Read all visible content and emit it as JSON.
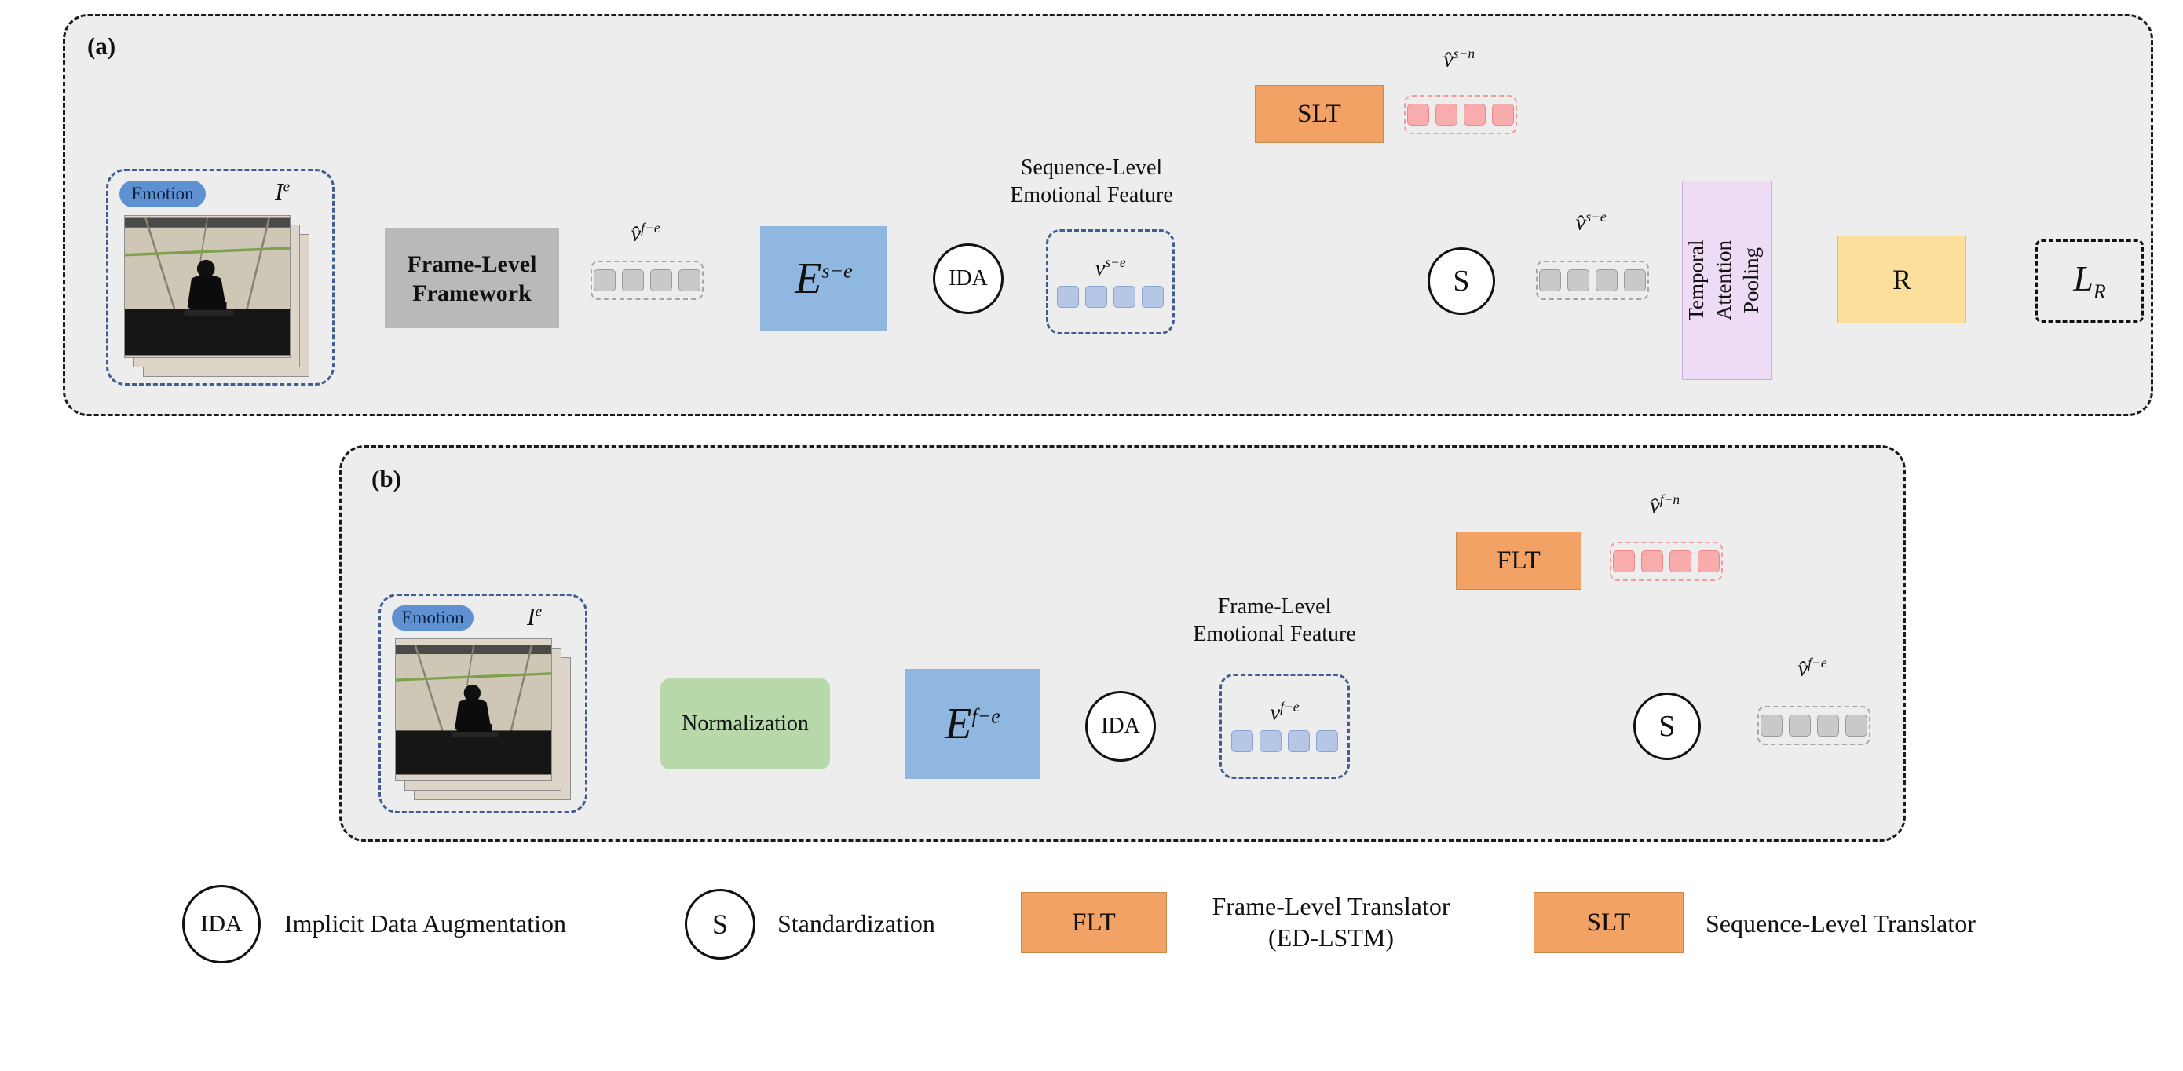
{
  "figure": {
    "panel_a": {
      "tag": "(a)",
      "emotion": "Emotion",
      "input": {
        "base": "I",
        "sup": "e"
      },
      "flf_lines": [
        "Frame-Level",
        "Framework"
      ],
      "vhat_fe": {
        "base": "v̂",
        "sup": "f−e"
      },
      "encoder": {
        "base": "E",
        "sup": "s−e"
      },
      "ida": "IDA",
      "caption_lines": [
        "Sequence-Level",
        "Emotional Feature"
      ],
      "v_se": {
        "base": "v",
        "sup": "s−e"
      },
      "slt": "SLT",
      "vhat_sn": {
        "base": "v̂",
        "sup": "s−n"
      },
      "s": "S",
      "vhat_se": {
        "base": "v̂",
        "sup": "s−e"
      },
      "tap_lines": [
        "Temporal",
        "Attention",
        "Pooling"
      ],
      "r": "R",
      "loss": {
        "base": "L",
        "sub": "R"
      }
    },
    "panel_b": {
      "tag": "(b)",
      "emotion": "Emotion",
      "input": {
        "base": "I",
        "sup": "e"
      },
      "normalization": "Normalization",
      "encoder": {
        "base": "E",
        "sup": "f−e"
      },
      "ida": "IDA",
      "caption_lines": [
        "Frame-Level",
        "Emotional Feature"
      ],
      "v_fe": {
        "base": "v",
        "sup": "f−e"
      },
      "flt": "FLT",
      "vhat_fn": {
        "base": "v̂",
        "sup": "f−n"
      },
      "s": "S",
      "vhat_fe": {
        "base": "v̂",
        "sup": "f−e"
      }
    },
    "legend": {
      "ida": {
        "symbol": "IDA",
        "label": "Implicit Data Augmentation"
      },
      "s": {
        "symbol": "S",
        "label": "Standardization"
      },
      "flt": {
        "symbol": "FLT",
        "label_lines": [
          "Frame-Level Translator",
          "(ED-LSTM)"
        ]
      },
      "slt": {
        "symbol": "SLT",
        "label": "Sequence-Level Translator"
      }
    },
    "colors": {
      "arrow_blue": "#2e5fa3",
      "arrow_gray": "#9a9a9a",
      "arrow_orange": "#c45911",
      "box_gray": "#b9b9b9",
      "box_blue": "#8fb7e0",
      "box_green": "#b7d9a9",
      "box_orange": "#f2a265",
      "box_lavender": "#eedcf6",
      "box_yellow": "#fcdf9d",
      "pill_blue": "#5e90d2",
      "token_blue": "#b6c6e6",
      "token_pink": "#f8acac",
      "token_gray": "#c9c9c9",
      "panel_background": "#ededed"
    }
  }
}
